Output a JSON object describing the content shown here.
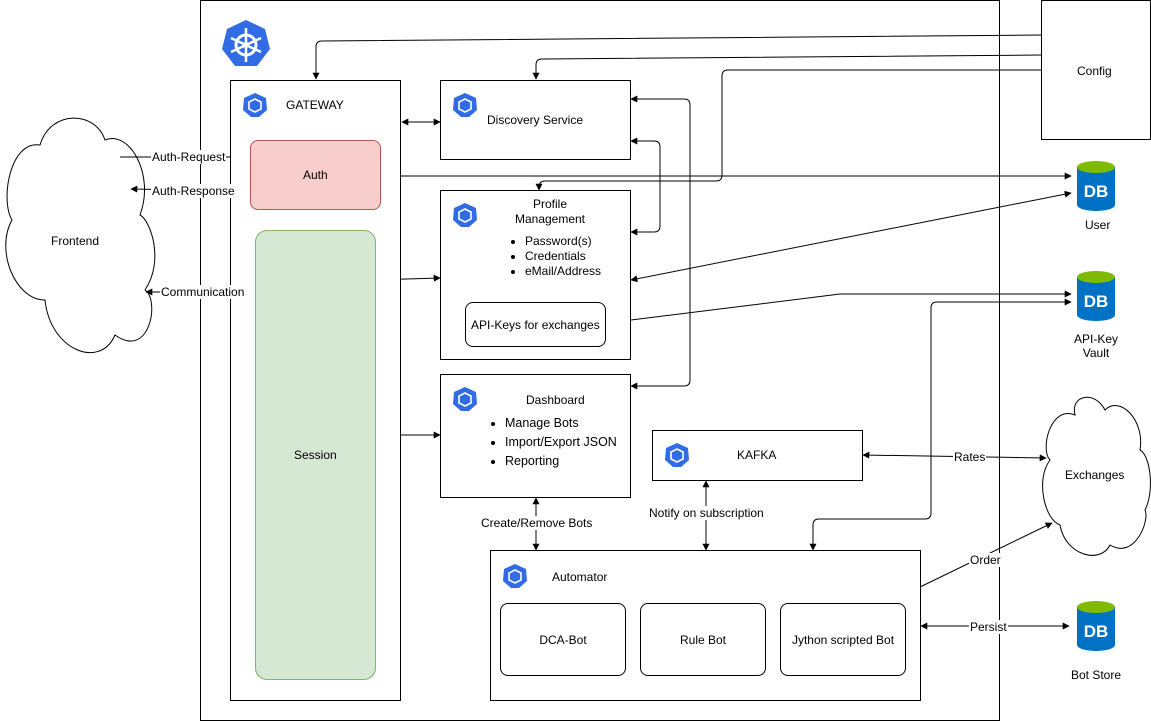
{
  "gateway": {
    "title": "GATEWAY",
    "auth": "Auth",
    "session": "Session"
  },
  "frontend": {
    "label": "Frontend"
  },
  "exchanges": {
    "label": "Exchanges"
  },
  "config": {
    "label": "Config"
  },
  "discovery": {
    "title": "Discovery Service"
  },
  "profile": {
    "title_line1": "Profile",
    "title_line2": "Management",
    "items": [
      "Password(s)",
      "Credentials",
      "eMail/Address"
    ],
    "apikeys": "API-Keys for exchanges"
  },
  "dashboard": {
    "title": "Dashboard",
    "items": [
      "Manage Bots",
      "Import/Export JSON",
      "Reporting"
    ]
  },
  "kafka": {
    "title": "KAFKA"
  },
  "automator": {
    "title": "Automator",
    "bots": [
      "DCA-Bot",
      "Rule Bot",
      "Jython scripted Bot"
    ]
  },
  "databases": {
    "icon_text": "DB",
    "user": "User",
    "apikey_line1": "API-Key",
    "apikey_line2": "Vault",
    "botstore": "Bot Store"
  },
  "edges": {
    "auth_request": "Auth-Request",
    "auth_response": "Auth-Response",
    "communication": "Communication",
    "create_remove": "Create/Remove Bots",
    "notify": "Notify on subscription",
    "rates": "Rates",
    "order": "Order",
    "persist": "Persist"
  },
  "colors": {
    "auth_fill": "#f8cecc",
    "auth_stroke": "#b85450",
    "session_fill": "#d5e8d4",
    "session_stroke": "#82b366",
    "k8s_blue": "#326ce5",
    "db_blue": "#0072c6",
    "db_green": "#7fba00"
  }
}
